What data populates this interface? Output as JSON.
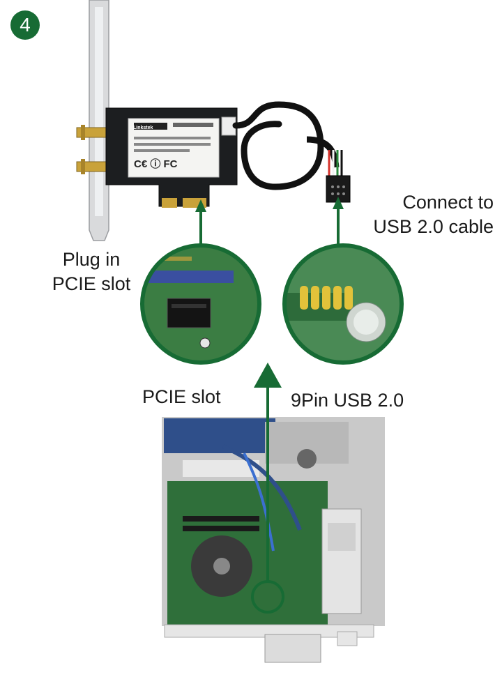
{
  "step_number": "4",
  "labels": {
    "connect_line1": "Connect to",
    "connect_line2": "USB 2.0 cable",
    "plug_line1": "Plug in",
    "plug_line2": "PCIE slot",
    "pcie_slot": "PCIE slot",
    "usb_header": "9Pin USB 2.0"
  },
  "card_print": {
    "brand": "Linkstek",
    "certification": "C€ ⓘ FC"
  },
  "colors": {
    "accent_green": "#176b34",
    "board_green": "#2f6f3a",
    "badge_text": "#ffffff"
  },
  "icons": [
    "step-number-badge",
    "arrow-up-icon"
  ]
}
